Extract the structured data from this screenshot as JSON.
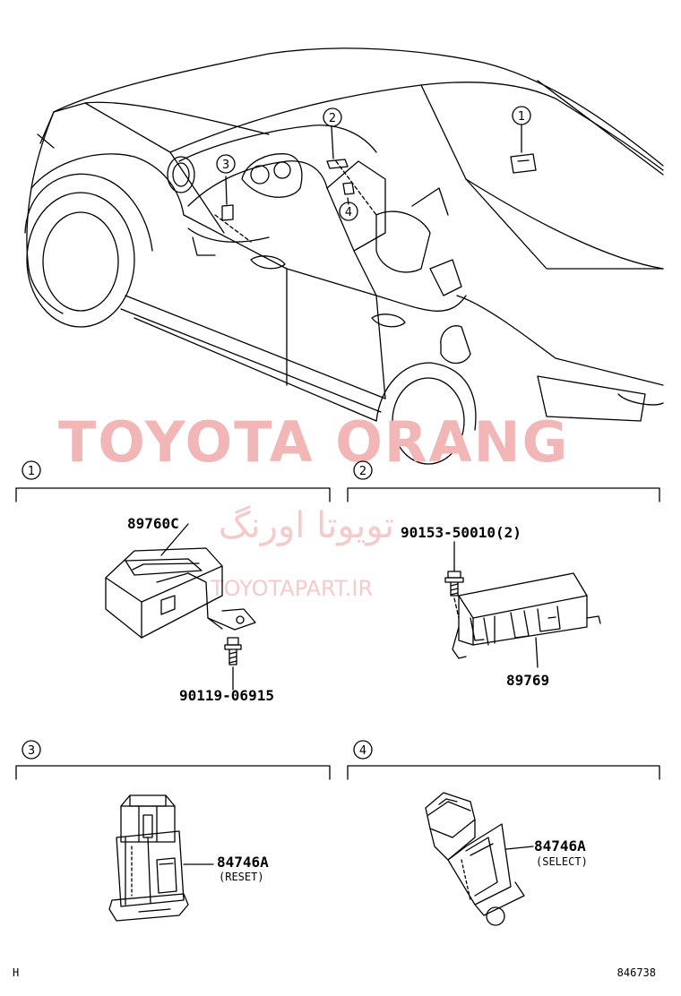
{
  "colors": {
    "line": "#000000",
    "watermark": "#f2b6b6",
    "watermark_light": "#f6caca"
  },
  "watermark": {
    "main": "TOYOTA ORANG",
    "persian": "تویوتا اورنگ",
    "url": "TOYOTAPART.IR"
  },
  "callouts": [
    "1",
    "2",
    "3",
    "4"
  ],
  "sections": [
    {
      "num": "1",
      "parts": [
        {
          "code": "89760C"
        },
        {
          "code": "90119-06915"
        }
      ]
    },
    {
      "num": "2",
      "parts": [
        {
          "code": "90153-50010(2)"
        },
        {
          "code": "89769"
        }
      ]
    },
    {
      "num": "3",
      "parts": [
        {
          "code": "84746A",
          "note": "(RESET)"
        }
      ]
    },
    {
      "num": "4",
      "parts": [
        {
          "code": "84746A",
          "note": "(SELECT)"
        }
      ]
    }
  ],
  "footer": {
    "left": "H",
    "right": "846738"
  }
}
